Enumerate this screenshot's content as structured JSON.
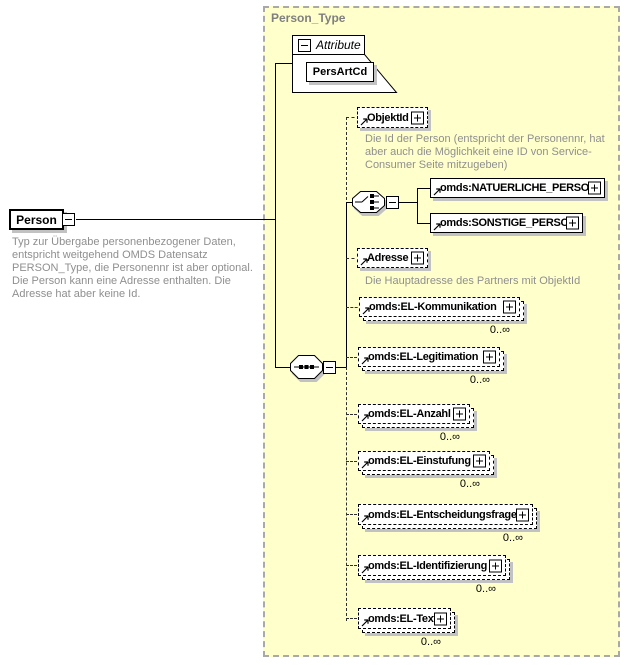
{
  "person_type": {
    "label": "Person_Type"
  },
  "person": {
    "name": "Person",
    "annotation": "Typ zur Übergabe personenbezogener Daten, entspricht weitgehend OMDS Datensatz PERSON_Type, die Personennr ist aber optional. Die Person kann eine Adresse enthalten. Die Adresse hat aber keine Id."
  },
  "attribute_section": {
    "label": "Attribute",
    "attributes": [
      {
        "name": "PersArtCd"
      }
    ]
  },
  "compositors": {
    "sequence": "sequence-compositor",
    "choice": "choice-compositor"
  },
  "elements": {
    "objektid": {
      "name": "ObjektId",
      "annotation": "Die Id der Person (entspricht der Personennr, hat aber auch die Möglichkeit eine ID von Service-Consumer Seite mitzugeben)"
    },
    "natuerliche_person": {
      "name": "omds:NATUERLICHE_PERSON"
    },
    "sonstige_person": {
      "name": "omds:SONSTIGE_PERSON"
    },
    "adresse": {
      "name": "Adresse",
      "annotation": "Die Hauptadresse des Partners mit ObjektId"
    },
    "el_kommunikation": {
      "name": "omds:EL-Kommunikation",
      "cardinality": "0..∞"
    },
    "el_legitimation": {
      "name": "omds:EL-Legitimation",
      "cardinality": "0..∞"
    },
    "el_anzahl": {
      "name": "omds:EL-Anzahl",
      "cardinality": "0..∞"
    },
    "el_einstufung": {
      "name": "omds:EL-Einstufung",
      "cardinality": "0..∞"
    },
    "el_entscheidungsfrage": {
      "name": "omds:EL-Entscheidungsfrage",
      "cardinality": "0..∞"
    },
    "el_identifizierung": {
      "name": "omds:EL-Identifizierung",
      "cardinality": "0..∞"
    },
    "el_text": {
      "name": "omds:EL-Text",
      "cardinality": "0..∞"
    }
  },
  "icons": {
    "collapse": "minus-square",
    "expand": "plus-square",
    "reference": "ne-arrow"
  },
  "colors": {
    "container_fill": "#ffffcc",
    "container_border": "#a9a9a9",
    "box_border": "#000000",
    "shadow": "#c2c2c2",
    "annotation_text": "#8f8f8f",
    "type_label_text": "#7f7f7f"
  }
}
